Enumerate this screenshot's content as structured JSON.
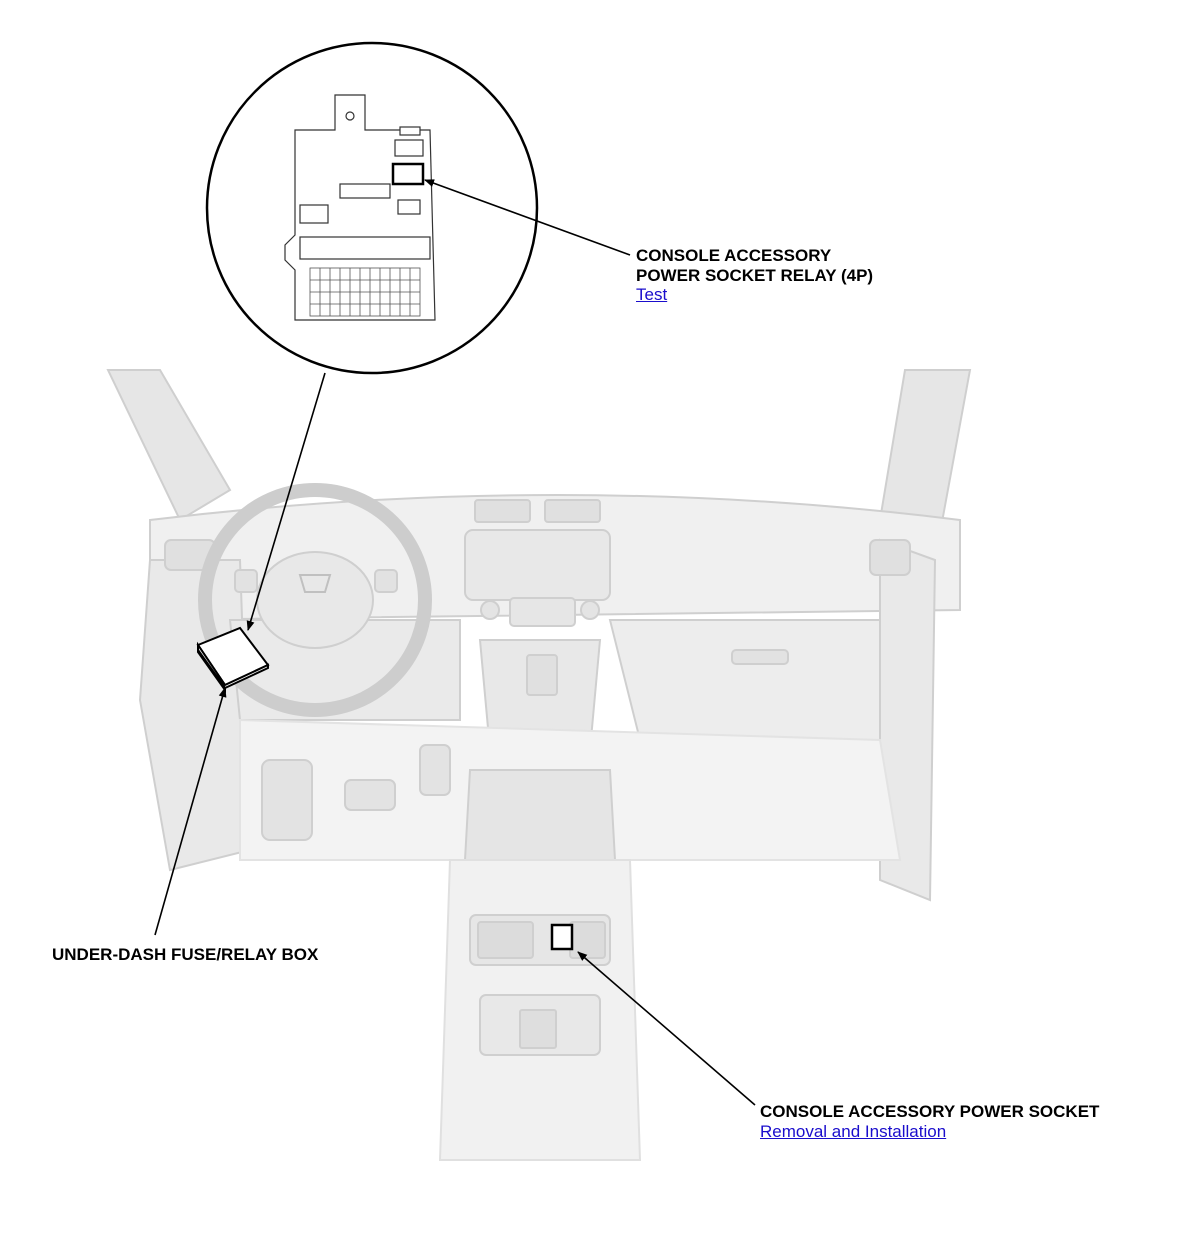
{
  "callouts": {
    "relay": {
      "line1": "CONSOLE ACCESSORY",
      "line2": "POWER SOCKET RELAY (4P)",
      "link": "Test"
    },
    "fuse_box": {
      "label": "UNDER-DASH FUSE/RELAY BOX"
    },
    "socket": {
      "label": "CONSOLE ACCESSORY POWER SOCKET",
      "link": "Removal and Installation"
    }
  },
  "colors": {
    "text": "#000000",
    "link": "#1a0dcc",
    "illustration_stroke": "#c9c9c9",
    "illustration_fill": "#ededed"
  }
}
